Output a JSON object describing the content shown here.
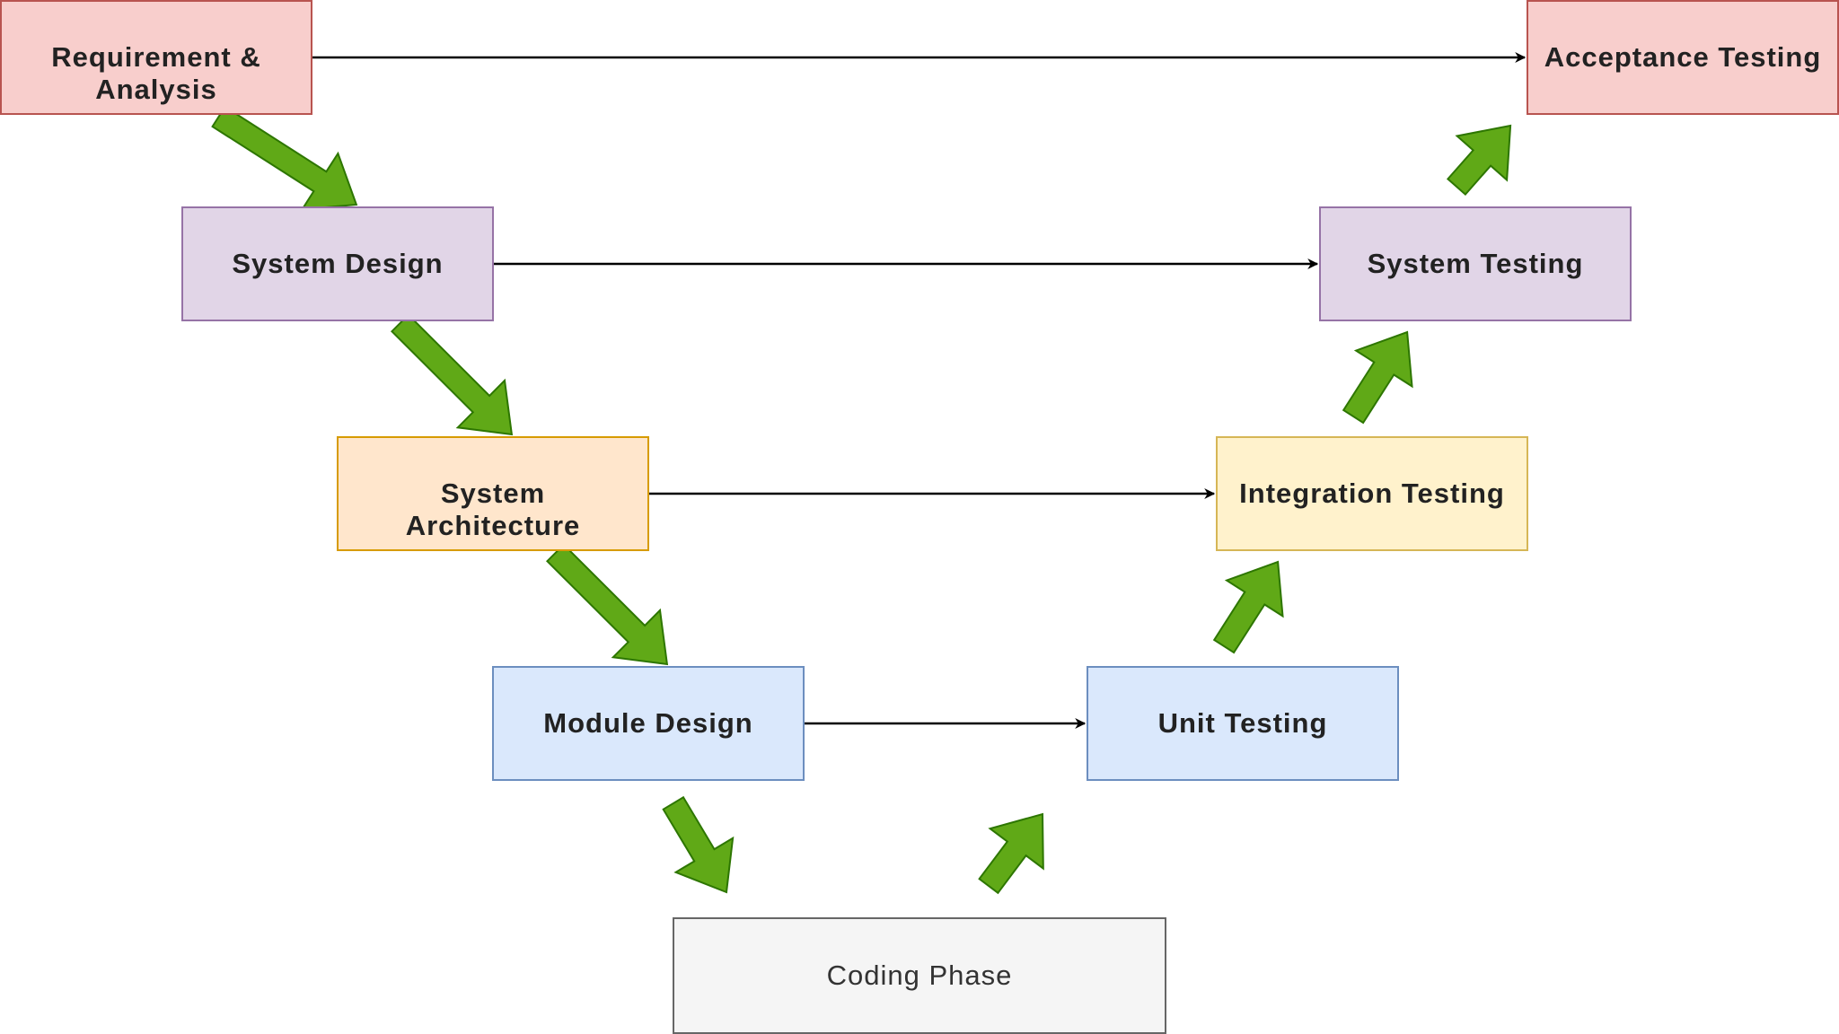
{
  "nodes": [
    {
      "id": "req",
      "line1": "Requirement &",
      "line2": "Analysis",
      "fill": "#f8cecc",
      "stroke": "#b85450"
    },
    {
      "id": "sysdesign",
      "line1": "System Design",
      "line2": "",
      "fill": "#e1d5e7",
      "stroke": "#9673a6"
    },
    {
      "id": "sysarch",
      "line1": "System",
      "line2": "Architecture",
      "fill": "#ffe6cc",
      "stroke": "#d79b00"
    },
    {
      "id": "module",
      "line1": "Module Design",
      "line2": "",
      "fill": "#dae8fc",
      "stroke": "#6c8ebf"
    },
    {
      "id": "coding",
      "line1": "Coding Phase",
      "line2": "",
      "fill": "#f5f5f5",
      "stroke": "#666666"
    },
    {
      "id": "unit",
      "line1": "Unit Testing",
      "line2": "",
      "fill": "#dae8fc",
      "stroke": "#6c8ebf"
    },
    {
      "id": "integ",
      "line1": "Integration Testing",
      "line2": "",
      "fill": "#fff2cc",
      "stroke": "#d6b656"
    },
    {
      "id": "systest",
      "line1": "System Testing",
      "line2": "",
      "fill": "#e1d5e7",
      "stroke": "#9673a6"
    },
    {
      "id": "accept",
      "line1": "Acceptance Testing",
      "line2": "",
      "fill": "#f8cecc",
      "stroke": "#b85450"
    }
  ],
  "connectors": [
    {
      "from": "req",
      "to": "accept"
    },
    {
      "from": "sysdesign",
      "to": "systest"
    },
    {
      "from": "sysarch",
      "to": "integ"
    },
    {
      "from": "module",
      "to": "unit"
    }
  ],
  "colors": {
    "flow_arrow_fill": "#60a917",
    "flow_arrow_stroke": "#2d7600",
    "connector": "#000000"
  }
}
